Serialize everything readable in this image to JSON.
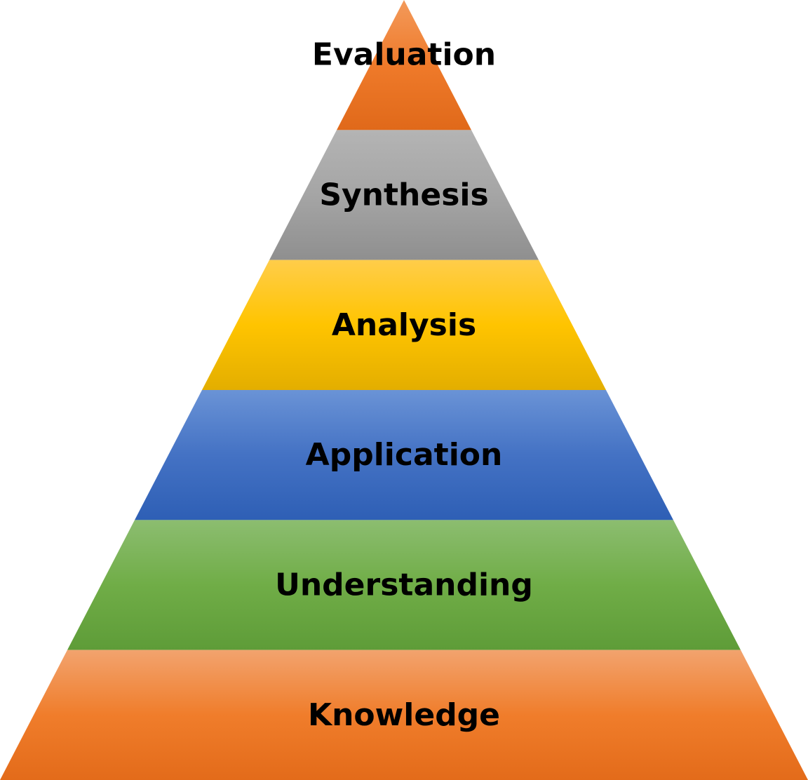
{
  "levels": [
    {
      "label": "Evaluation",
      "color_top": "#F39A5B",
      "color_mid": "#EF7A2A",
      "color_bottom": "#E0691A"
    },
    {
      "label": "Synthesis",
      "color_top": "#B4B4B4",
      "color_mid": "#A5A5A5",
      "color_bottom": "#8F8F8F"
    },
    {
      "label": "Analysis",
      "color_top": "#FFCD4A",
      "color_mid": "#FFC400",
      "color_bottom": "#E3AE00"
    },
    {
      "label": "Application",
      "color_top": "#6A93D6",
      "color_mid": "#4472C4",
      "color_bottom": "#2E5FB5"
    },
    {
      "label": "Understanding",
      "color_top": "#8CBD70",
      "color_mid": "#70AD47",
      "color_bottom": "#5E9C38"
    },
    {
      "label": "Knowledge",
      "color_top": "#F2A36E",
      "color_mid": "#F07D2B",
      "color_bottom": "#E36B1A"
    }
  ]
}
